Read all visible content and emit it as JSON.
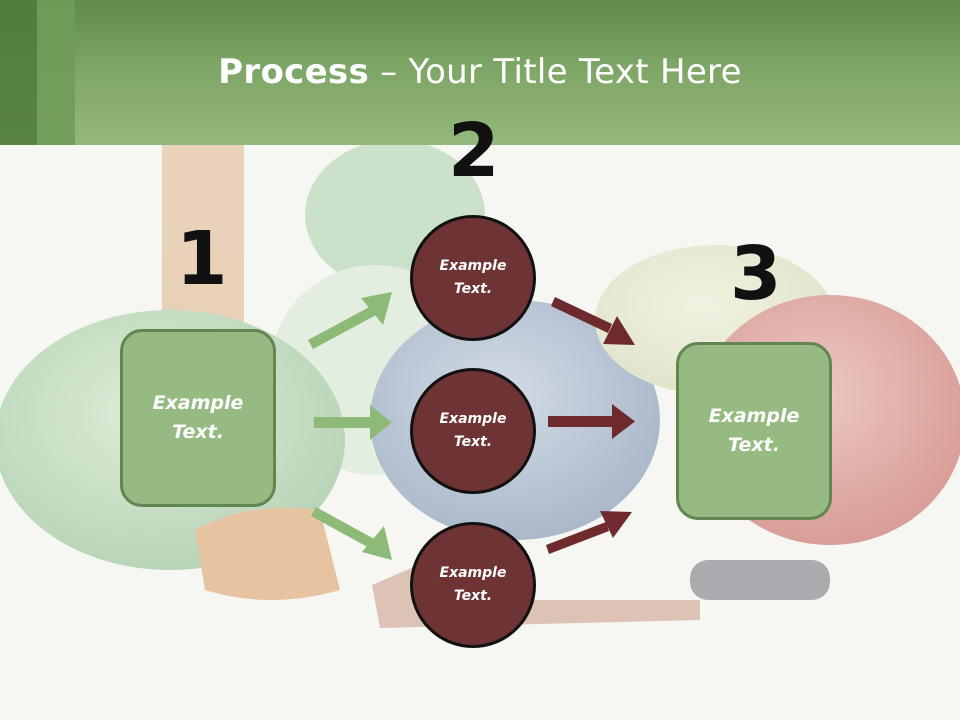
{
  "header": {
    "title_bold": "Process",
    "title_rest": " – Your Title Text Here"
  },
  "steps": {
    "n1": "1",
    "n2": "2",
    "n3": "3"
  },
  "boxes": {
    "left_line1": "Example",
    "left_line2": "Text.",
    "right_line1": "Example",
    "right_line2": "Text."
  },
  "circles": [
    {
      "line1": "Example",
      "line2": "Text."
    },
    {
      "line1": "Example",
      "line2": "Text."
    },
    {
      "line1": "Example",
      "line2": "Text."
    }
  ],
  "colors": {
    "header_green": "#7da565",
    "box_green": "#95ba82",
    "circle_maroon": "#6e3335",
    "arrow_green": "#8dbb77",
    "arrow_maroon": "#6e2a2c"
  }
}
